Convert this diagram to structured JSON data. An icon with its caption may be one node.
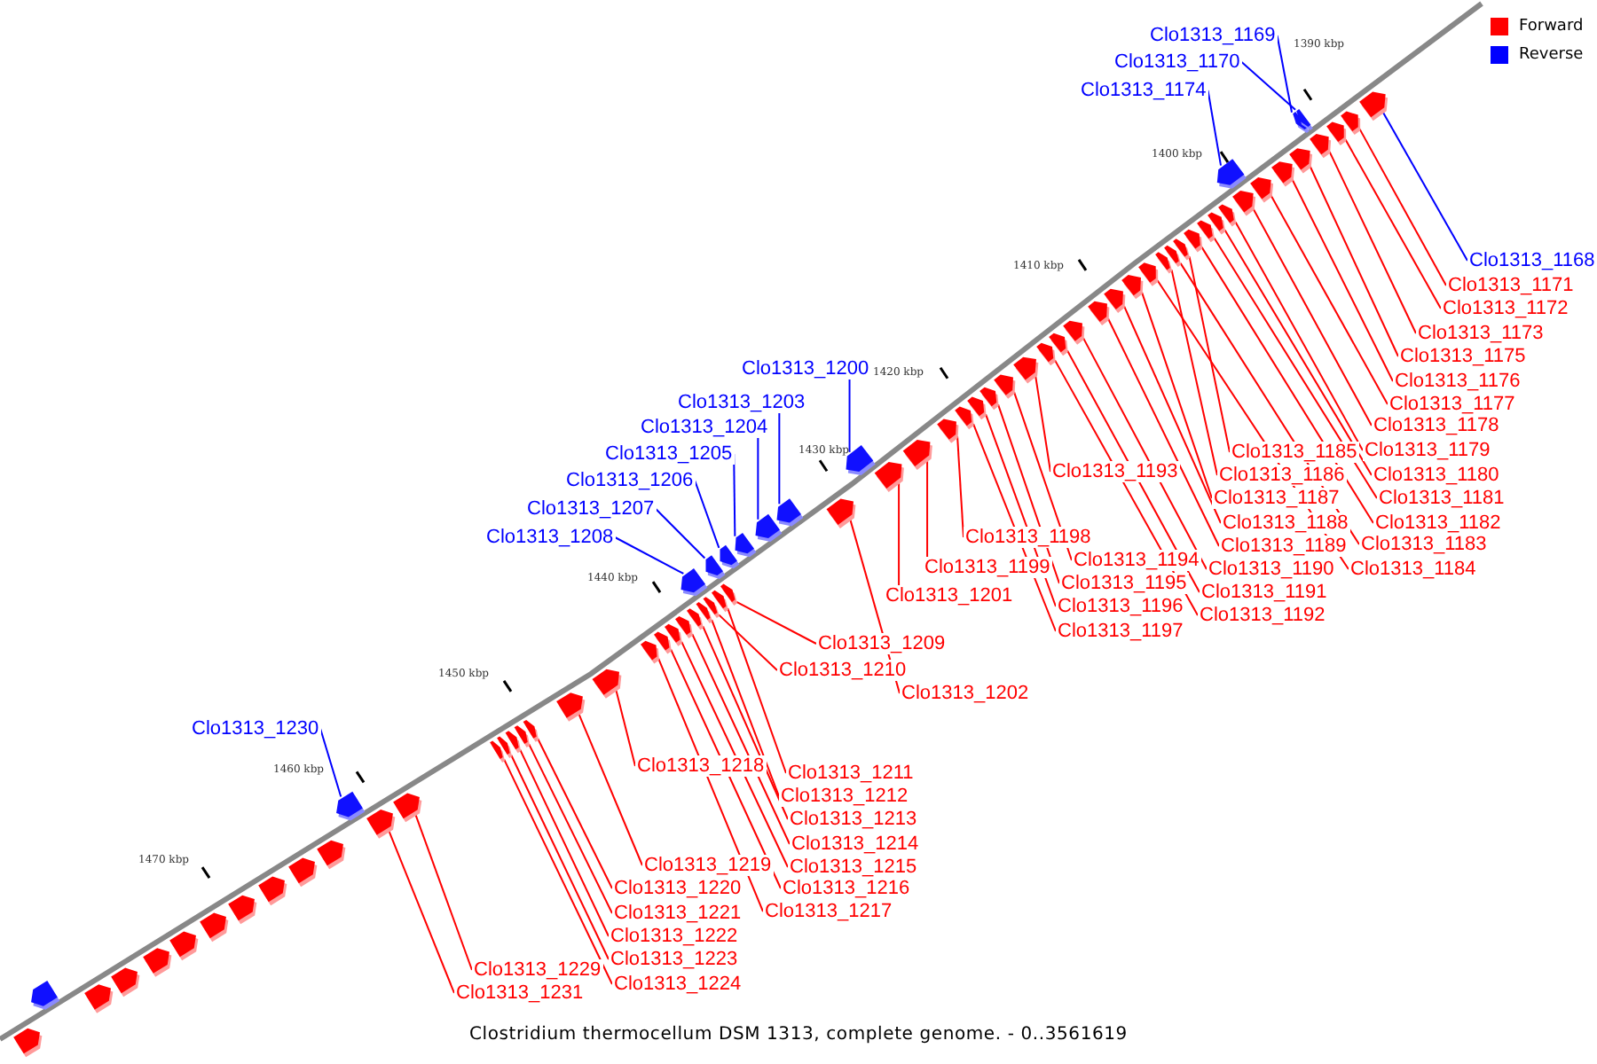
{
  "diagram": {
    "caption": "Clostridium thermocellum DSM 1313, complete genome. - 0..3561619",
    "nodes": [
      {
        "text": [
          "Clo1313_1169"
        ]
      },
      {
        "text": [
          "Clo1313_1170"
        ]
      },
      {
        "text": [
          "Clo1313_1174"
        ]
      },
      {
        "text": [
          "Clo1313_1168"
        ]
      },
      {
        "text": [
          "Clo1313_1171"
        ]
      },
      {
        "text": [
          "Clo1313_1172"
        ]
      },
      {
        "text": [
          "Clo1313_1173"
        ]
      },
      {
        "text": [
          "Clo1313_1175"
        ]
      },
      {
        "text": [
          "Clo1313_1200"
        ]
      },
      {
        "text": [
          "Clo1313_1176"
        ]
      },
      {
        "text": [
          "Clo1313_1203"
        ]
      },
      {
        "text": [
          "Clo1313_1177"
        ]
      },
      {
        "text": [
          "Clo1313_1178"
        ]
      },
      {
        "text": [
          "Clo1313_1204"
        ]
      },
      {
        "text": [
          "Clo1313_1179"
        ]
      },
      {
        "text": [
          "Clo1313_1185"
        ]
      },
      {
        "text": [
          "Clo1313_1205"
        ]
      },
      {
        "text": [
          "Clo1313_1193"
        ]
      },
      {
        "text": [
          "Clo1313_1180"
        ]
      },
      {
        "text": [
          "Clo1313_1186"
        ]
      },
      {
        "text": [
          "Clo1313_1206"
        ]
      },
      {
        "text": [
          "Clo1313_1181"
        ]
      },
      {
        "text": [
          "Clo1313_1187"
        ]
      },
      {
        "text": [
          "Clo1313_1207"
        ]
      },
      {
        "text": [
          "Clo1313_1182"
        ]
      },
      {
        "text": [
          "Clo1313_1188"
        ]
      },
      {
        "text": [
          "Clo1313_1198"
        ]
      },
      {
        "text": [
          "Clo1313_1208"
        ]
      },
      {
        "text": [
          "Clo1313_1183"
        ]
      },
      {
        "text": [
          "Clo1313_1189"
        ]
      },
      {
        "text": [
          "Clo1313_1194"
        ]
      },
      {
        "text": [
          "Clo1313_1199"
        ]
      },
      {
        "text": [
          "Clo1313_1184"
        ]
      },
      {
        "text": [
          "Clo1313_1190"
        ]
      },
      {
        "text": [
          "Clo1313_1195"
        ]
      },
      {
        "text": [
          "Clo1313_1191"
        ]
      },
      {
        "text": [
          "Clo1313_1201"
        ]
      },
      {
        "text": [
          "Clo1313_1196"
        ]
      },
      {
        "text": [
          "Clo1313_1192"
        ]
      },
      {
        "text": [
          "Clo1313_1197"
        ]
      },
      {
        "text": [
          "Clo1313_1209"
        ]
      },
      {
        "text": [
          "Clo1313_1210"
        ]
      },
      {
        "text": [
          "Clo1313_1202"
        ]
      },
      {
        "text": [
          "Clo1313_1230"
        ]
      },
      {
        "text": [
          "Clo1313_1218"
        ]
      },
      {
        "text": [
          "Clo1313_1211"
        ]
      },
      {
        "text": [
          "Clo1313_1212"
        ]
      },
      {
        "text": [
          "Clo1313_1213"
        ]
      },
      {
        "text": [
          "Clo1313_1214"
        ]
      },
      {
        "text": [
          "Clo1313_1219"
        ]
      },
      {
        "text": [
          "Clo1313_1215"
        ]
      },
      {
        "text": [
          "Clo1313_1220"
        ]
      },
      {
        "text": [
          "Clo1313_1216"
        ]
      },
      {
        "text": [
          "Clo1313_1217"
        ]
      },
      {
        "text": [
          "Clo1313_1221"
        ]
      },
      {
        "text": [
          "Clo1313_1222"
        ]
      },
      {
        "text": [
          "Clo1313_1223"
        ]
      },
      {
        "text": [
          "Clo1313_1229"
        ]
      },
      {
        "text": [
          "Clo1313_1224"
        ]
      },
      {
        "text": [
          "Clo1313_1231"
        ]
      },
      {
        "text": [],
        "shape": "pentagon"
      },
      {
        "text": [],
        "shape": "pentagon"
      },
      {
        "text": [],
        "shape": "pentagon"
      },
      {
        "text": [],
        "shape": "pentagon"
      },
      {
        "text": [],
        "shape": "pentagon"
      },
      {
        "text": [],
        "shape": "pentagon"
      },
      {
        "text": [],
        "shape": "pentagon"
      },
      {
        "text": [],
        "shape": "pentagon"
      },
      {
        "text": [],
        "shape": "pentagon"
      },
      {
        "text": [],
        "shape": "pentagon"
      },
      {
        "text": [],
        "shape": "pentagon"
      },
      {
        "text": [],
        "shape": "pentagon"
      },
      {
        "text": [],
        "shape": "pentagon"
      },
      {
        "text": [],
        "shape": "pentagon"
      },
      {
        "text": [],
        "shape": "pentagon"
      },
      {
        "text": [],
        "shape": "pentagon"
      },
      {
        "text": [],
        "shape": "pentagon"
      },
      {
        "text": [],
        "shape": "pentagon"
      },
      {
        "text": [],
        "shape": "pentagon"
      },
      {
        "text": [],
        "shape": "pentagon"
      },
      {
        "text": [],
        "shape": "pentagon"
      },
      {
        "text": [],
        "shape": "pentagon"
      },
      {
        "text": [],
        "shape": "pentagon"
      },
      {
        "text": [],
        "shape": "pentagon"
      },
      {
        "text": [],
        "shape": "pentagon"
      },
      {
        "text": [],
        "shape": "pentagon"
      },
      {
        "text": [],
        "shape": "pentagon"
      },
      {
        "text": [],
        "shape": "pentagon"
      },
      {
        "text": [],
        "shape": "pentagon"
      },
      {
        "text": [],
        "shape": "pentagon"
      },
      {
        "text": [],
        "shape": "pentagon"
      },
      {
        "text": [],
        "shape": "pentagon"
      },
      {
        "text": [],
        "shape": "pentagon"
      },
      {
        "text": [],
        "shape": "pentagon"
      },
      {
        "text": [],
        "shape": "pentagon"
      },
      {
        "text": [],
        "shape": "pentagon"
      },
      {
        "text": [],
        "shape": "pentagon"
      },
      {
        "text": [],
        "shape": "pentagon"
      },
      {
        "text": [],
        "shape": "pentagon"
      },
      {
        "text": [],
        "shape": "pentagon"
      },
      {
        "text": [],
        "shape": "pentagon"
      },
      {
        "text": [],
        "shape": "pentagon"
      },
      {
        "text": [],
        "shape": "pentagon"
      },
      {
        "text": [],
        "shape": "pentagon"
      },
      {
        "text": [],
        "shape": "pentagon"
      },
      {
        "text": [],
        "shape": "pentagon"
      },
      {
        "text": [],
        "shape": "pentagon"
      },
      {
        "text": [],
        "shape": "pentagon"
      },
      {
        "text": [],
        "shape": "pentagon"
      },
      {
        "text": [],
        "shape": "pentagon"
      },
      {
        "text": [],
        "shape": "pentagon"
      },
      {
        "text": [],
        "shape": "pentagon"
      },
      {
        "text": [],
        "shape": "pentagon"
      },
      {
        "text": [],
        "shape": "pentagon"
      },
      {
        "text": [],
        "shape": "pentagon"
      },
      {
        "text": [],
        "shape": "pentagon"
      },
      {
        "text": [],
        "shape": "pentagon"
      },
      {
        "text": [],
        "shape": "pentagon"
      },
      {
        "text": [],
        "shape": "pentagon"
      },
      {
        "text": [],
        "shape": "pentagon"
      },
      {
        "text": [],
        "shape": "pentagon"
      },
      {
        "text": [],
        "shape": "pentagon"
      },
      {
        "text": [],
        "shape": "pentagon"
      },
      {
        "text": [],
        "shape": "pentagon"
      },
      {
        "text": [],
        "shape": "pentagon"
      },
      {
        "text": [],
        "shape": "pentagon"
      },
      {
        "text": [],
        "shape": "pentagon"
      },
      {
        "text": [],
        "shape": "pentagon"
      },
      {
        "text": [],
        "shape": "pentagon"
      },
      {
        "text": [],
        "shape": "pentagon"
      },
      {
        "text": [],
        "shape": "pentagon"
      }
    ],
    "edges": [
      {
        "from": 0,
        "to": 125,
        "arrow": "none",
        "color": "#0000ff"
      },
      {
        "from": 1,
        "to": 126,
        "arrow": "none",
        "color": "#0000ff"
      },
      {
        "from": 2,
        "to": 120,
        "arrow": "none",
        "color": "#0000ff"
      },
      {
        "from": 3,
        "to": 130,
        "arrow": "none",
        "color": "#0000ff"
      },
      {
        "from": 4,
        "to": 129,
        "arrow": "none"
      },
      {
        "from": 5,
        "to": 128,
        "arrow": "none"
      },
      {
        "from": 6,
        "to": 127,
        "arrow": "none"
      },
      {
        "from": 7,
        "to": 124,
        "arrow": "none"
      },
      {
        "from": 8,
        "to": 97,
        "arrow": "none",
        "color": "#0000ff"
      },
      {
        "from": 9,
        "to": 123,
        "arrow": "none"
      },
      {
        "from": 10,
        "to": 95,
        "arrow": "none",
        "color": "#0000ff"
      },
      {
        "from": 11,
        "to": 122,
        "arrow": "none"
      },
      {
        "from": 12,
        "to": 121,
        "arrow": "none"
      },
      {
        "from": 13,
        "to": 94,
        "arrow": "none",
        "color": "#0000ff"
      },
      {
        "from": 14,
        "to": 119,
        "arrow": "none"
      },
      {
        "from": 15,
        "to": 115,
        "arrow": "none"
      },
      {
        "from": 16,
        "to": 93,
        "arrow": "none",
        "color": "#0000ff"
      },
      {
        "from": 17,
        "to": 105,
        "arrow": "none"
      },
      {
        "from": 18,
        "to": 118,
        "arrow": "none"
      },
      {
        "from": 19,
        "to": 113,
        "arrow": "none"
      },
      {
        "from": 20,
        "to": 92,
        "arrow": "none",
        "color": "#0000ff"
      },
      {
        "from": 21,
        "to": 117,
        "arrow": "none"
      },
      {
        "from": 22,
        "to": 111,
        "arrow": "none"
      },
      {
        "from": 23,
        "to": 90,
        "arrow": "none",
        "color": "#0000ff"
      },
      {
        "from": 24,
        "to": 116,
        "arrow": "none"
      },
      {
        "from": 25,
        "to": 110,
        "arrow": "none"
      },
      {
        "from": 26,
        "to": 100,
        "arrow": "none"
      },
      {
        "from": 27,
        "to": 87,
        "arrow": "none",
        "color": "#0000ff"
      },
      {
        "from": 28,
        "to": 114,
        "arrow": "none"
      },
      {
        "from": 29,
        "to": 109,
        "arrow": "none"
      },
      {
        "from": 30,
        "to": 104,
        "arrow": "none"
      },
      {
        "from": 31,
        "to": 99,
        "arrow": "none"
      },
      {
        "from": 32,
        "to": 112,
        "arrow": "none"
      },
      {
        "from": 33,
        "to": 108,
        "arrow": "none"
      },
      {
        "from": 34,
        "to": 103,
        "arrow": "none"
      },
      {
        "from": 35,
        "to": 107,
        "arrow": "none"
      },
      {
        "from": 36,
        "to": 98,
        "arrow": "none"
      },
      {
        "from": 37,
        "to": 102,
        "arrow": "none"
      },
      {
        "from": 38,
        "to": 106,
        "arrow": "none"
      },
      {
        "from": 39,
        "to": 101,
        "arrow": "none"
      },
      {
        "from": 40,
        "to": 91,
        "arrow": "none"
      },
      {
        "from": 41,
        "to": 88,
        "arrow": "none"
      },
      {
        "from": 42,
        "to": 96,
        "arrow": "none"
      },
      {
        "from": 43,
        "to": 71,
        "arrow": "none",
        "color": "#0000ff"
      },
      {
        "from": 44,
        "to": 80,
        "arrow": "none"
      },
      {
        "from": 45,
        "to": 89,
        "arrow": "none"
      },
      {
        "from": 46,
        "to": 86,
        "arrow": "none"
      },
      {
        "from": 47,
        "to": 85,
        "arrow": "none"
      },
      {
        "from": 48,
        "to": 84,
        "arrow": "none"
      },
      {
        "from": 49,
        "to": 79,
        "arrow": "none"
      },
      {
        "from": 50,
        "to": 83,
        "arrow": "none"
      },
      {
        "from": 51,
        "to": 78,
        "arrow": "none"
      },
      {
        "from": 52,
        "to": 82,
        "arrow": "none"
      },
      {
        "from": 53,
        "to": 81,
        "arrow": "none"
      },
      {
        "from": 54,
        "to": 77,
        "arrow": "none"
      },
      {
        "from": 55,
        "to": 76,
        "arrow": "none"
      },
      {
        "from": 56,
        "to": 75,
        "arrow": "none"
      },
      {
        "from": 57,
        "to": 73,
        "arrow": "none"
      },
      {
        "from": 58,
        "to": 74,
        "arrow": "none"
      },
      {
        "from": 59,
        "to": 72,
        "arrow": "none"
      }
    ],
    "labels": [
      "1390 kbp",
      "1400 kbp",
      "1410 kbp",
      "1420 kbp",
      "1430 kbp",
      "1440 kbp",
      "1450 kbp",
      "1460 kbp",
      "1470 kbp"
    ],
    "legend": [
      {
        "text": "Forward",
        "color": "#ff0000"
      },
      {
        "text": "Reverse",
        "color": "#0000ff"
      }
    ]
  }
}
